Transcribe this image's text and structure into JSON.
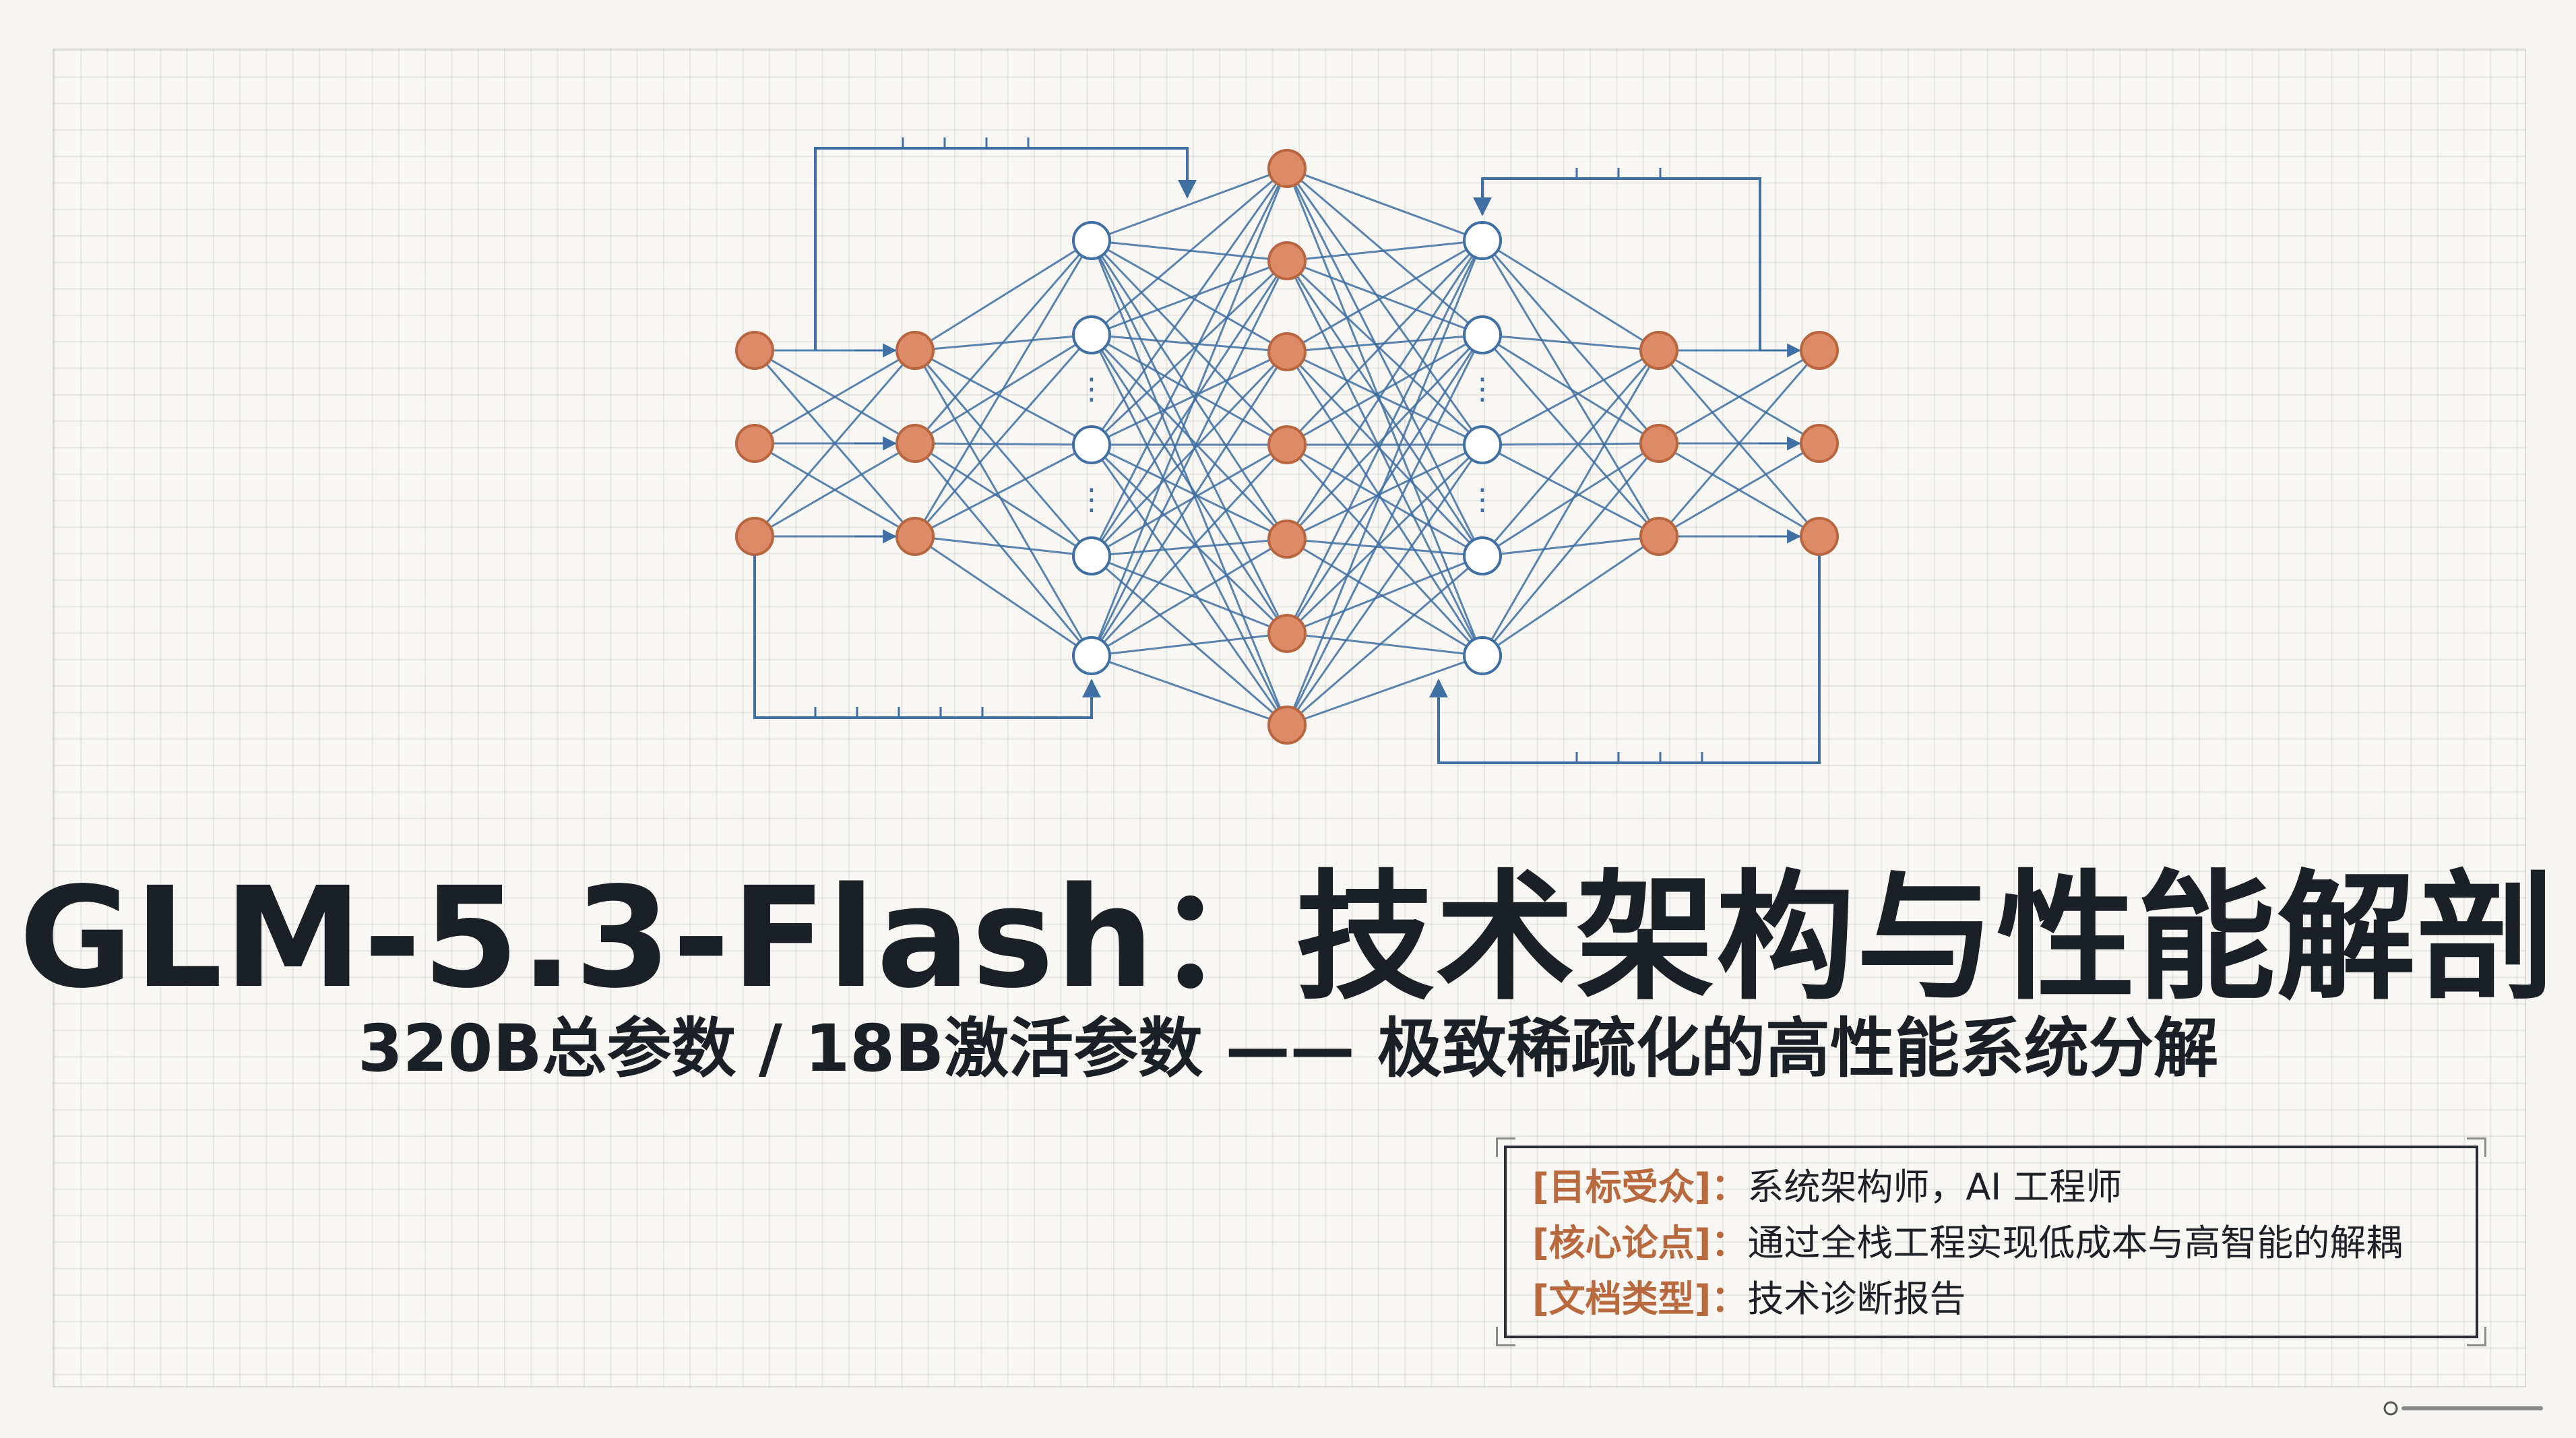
{
  "title": "GLM-5.3-Flash：技术架构与性能解剖",
  "subtitle": "320B总参数 / 18B激活参数 —— 极致稀疏化的高性能系统分解",
  "info": [
    {
      "key": "[目标受众]：",
      "value": "系统架构师，AI 工程师"
    },
    {
      "key": "[核心论点]：",
      "value": "通过全栈工程实现低成本与高智能的解耦"
    },
    {
      "key": "[文档类型]：",
      "value": "技术诊断报告"
    }
  ],
  "network": {
    "layers": [
      {
        "nodes": 3,
        "fill": "orange"
      },
      {
        "nodes": 3,
        "fill": "orange"
      },
      {
        "nodes": 5,
        "fill": "white"
      },
      {
        "nodes": 7,
        "fill": "orange"
      },
      {
        "nodes": 5,
        "fill": "white"
      },
      {
        "nodes": 3,
        "fill": "orange"
      },
      {
        "nodes": 3,
        "fill": "orange"
      }
    ],
    "ellipsis_glyph": "⋮"
  },
  "colors": {
    "node_orange": "#dd8a66",
    "node_orange_stroke": "#b8663f",
    "node_white": "#ffffff",
    "edge_blue": "#3f6fa3",
    "title_dark": "#1b1f26",
    "accent_key": "#b8693e"
  }
}
